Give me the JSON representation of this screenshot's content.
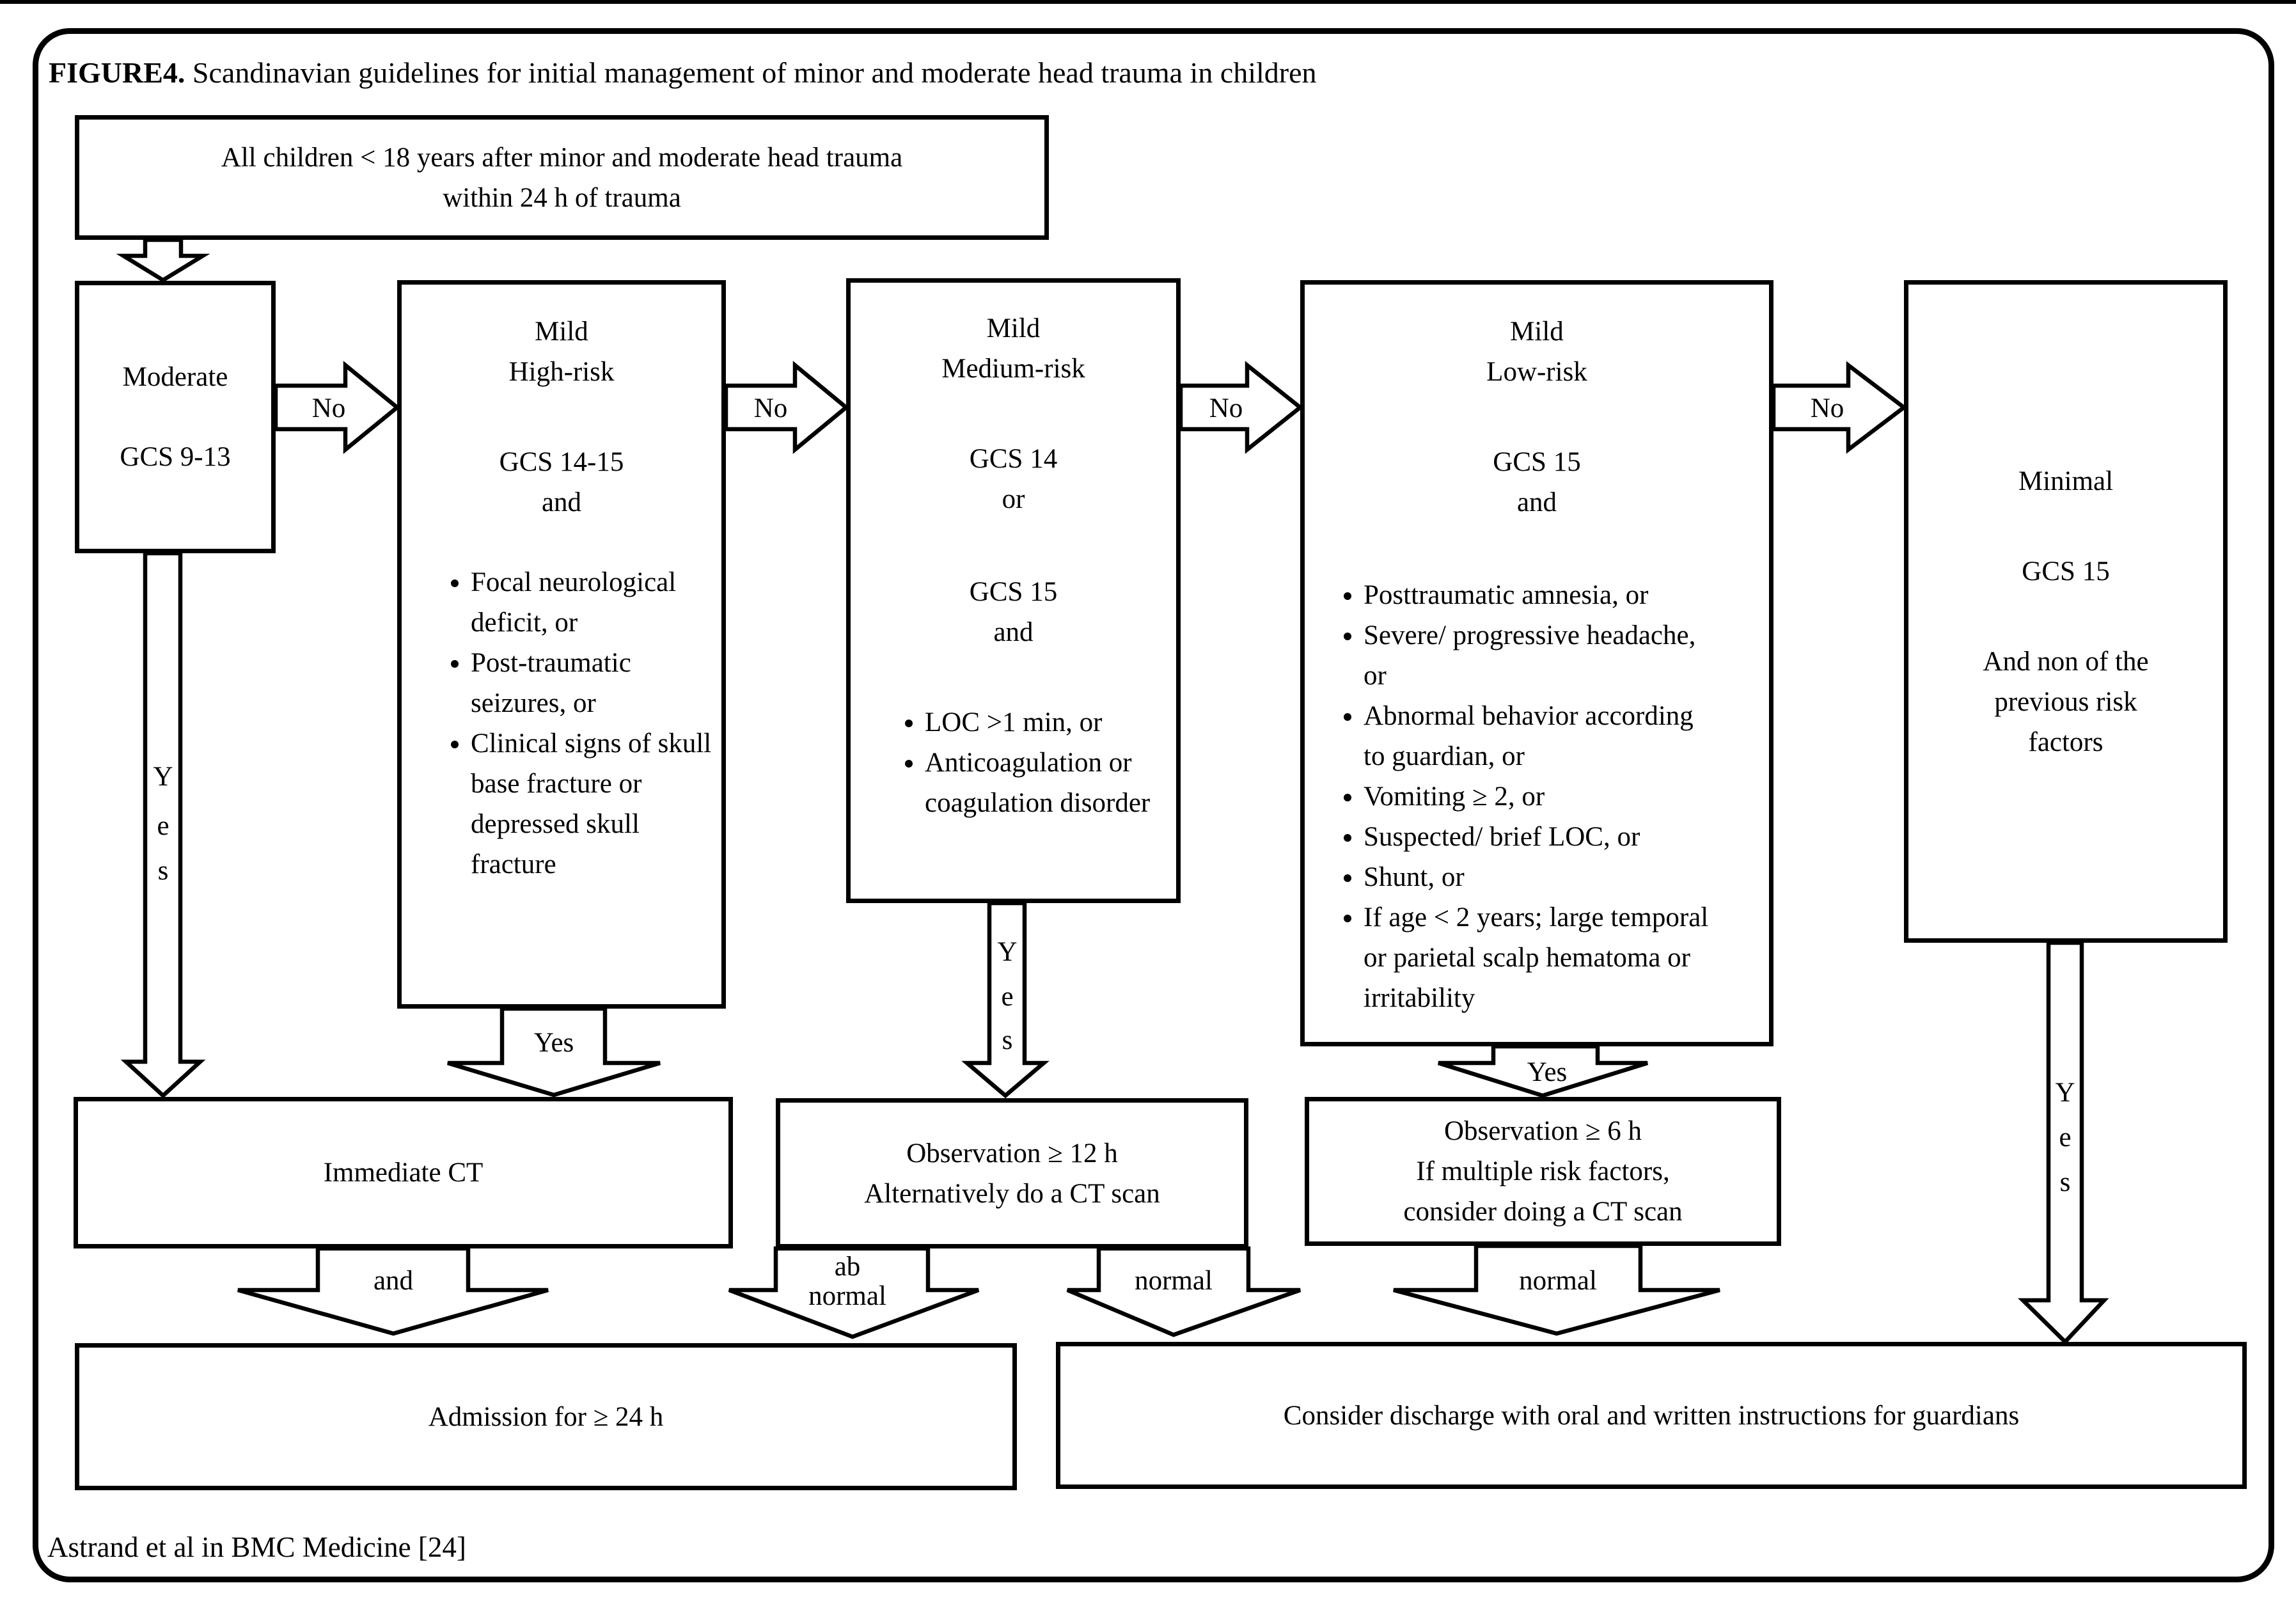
{
  "figure": {
    "title_bold": "FIGURE4.",
    "title_rest": " Scandinavian guidelines for initial management of minor and moderate head trauma in children",
    "source": "Astrand et al in BMC Medicine [24]"
  },
  "boxes": {
    "entry": {
      "line1": "All children < 18 years after minor and moderate head trauma",
      "line2": "within 24 h of trauma"
    },
    "moderate": {
      "line1": "Moderate",
      "line2": "GCS 9-13"
    },
    "mild_high_risk": {
      "title1": "Mild",
      "title2": "High-risk",
      "gcs1": "GCS 14-15",
      "gcs2": "and",
      "bullets": [
        "Focal neurological deficit, or",
        "Post-traumatic seizures, or",
        "Clinical signs of skull base fracture or depressed skull fracture"
      ]
    },
    "mild_medium_risk": {
      "title1": "Mild",
      "title2": "Medium-risk",
      "gcs1": "GCS 14",
      "gcs2": "or",
      "gcs3": "GCS 15",
      "gcs4": "and",
      "bullets": [
        "LOC >1 min, or",
        "Anticoagulation or coagulation disorder"
      ]
    },
    "mild_low_risk": {
      "title1": "Mild",
      "title2": "Low-risk",
      "gcs1": "GCS 15",
      "gcs2": "and",
      "bullets": [
        "Posttraumatic amnesia, or",
        "Severe/ progressive headache, or",
        "Abnormal behavior according to guardian, or",
        "Vomiting ≥ 2, or",
        "Suspected/ brief LOC, or",
        "Shunt, or",
        "If age < 2 years; large temporal or parietal scalp hematoma or irritability"
      ]
    },
    "minimal": {
      "title": "Minimal",
      "gcs": "GCS 15",
      "note1": "And non of the",
      "note2": "previous risk",
      "note3": "factors"
    },
    "immediate_ct": {
      "label": "Immediate CT"
    },
    "observation_12h": {
      "line1": "Observation ≥ 12 h",
      "line2": "Alternatively do a CT scan"
    },
    "observation_6h": {
      "line1": "Observation ≥ 6 h",
      "line2": "If multiple risk factors,",
      "line3": "consider doing a CT scan"
    },
    "admission": {
      "label": "Admission for ≥ 24 h"
    },
    "discharge": {
      "label": "Consider discharge with oral and written instructions for guardians"
    }
  },
  "edge_labels": {
    "no": "No",
    "yes": "Yes",
    "yes_vertical": [
      "Y",
      "e",
      "s"
    ],
    "and": "and",
    "abnormal_line1": "ab",
    "abnormal_line2": "normal",
    "normal": "normal"
  }
}
